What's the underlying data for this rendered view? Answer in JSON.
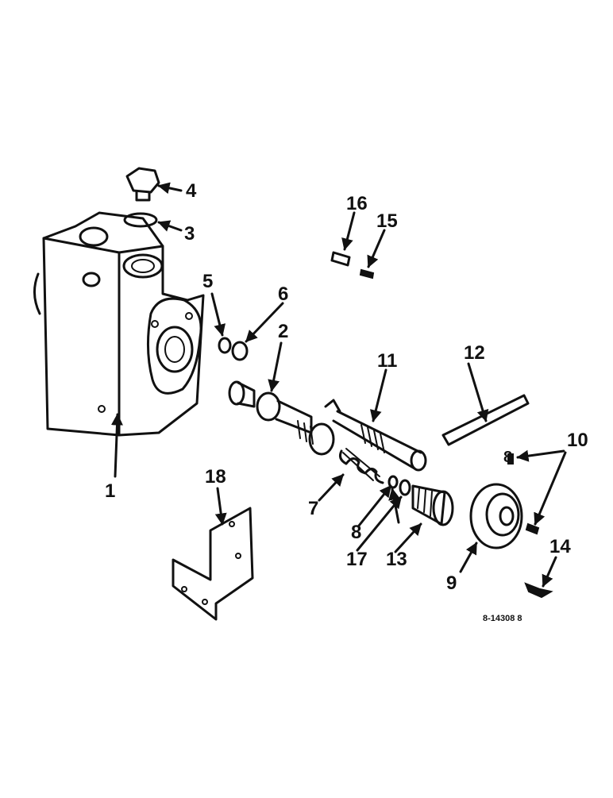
{
  "figure": {
    "drawing_number": "8-14308 8",
    "callouts": [
      "1",
      "2",
      "3",
      "4",
      "5",
      "6",
      "7",
      "8",
      "9",
      "10",
      "11",
      "12",
      "13",
      "14",
      "15",
      "16",
      "17",
      "18",
      "8"
    ]
  }
}
